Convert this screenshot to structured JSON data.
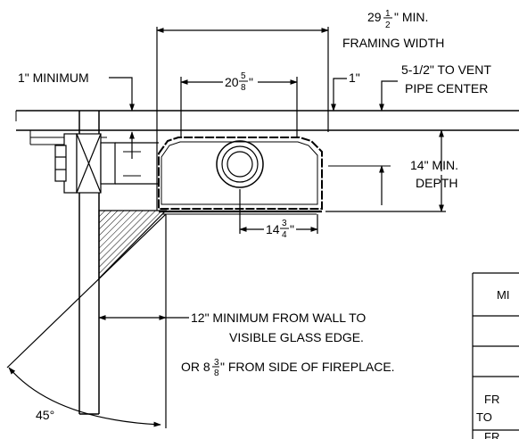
{
  "dims": {
    "framing_width": {
      "whole": "29",
      "num": "1",
      "den": "2",
      "suffix": "\" MIN.",
      "line2": "FRAMING WIDTH"
    },
    "one_inch_minimum": "1\" MINIMUM",
    "depth_20": {
      "whole": "20",
      "num": "5",
      "den": "8",
      "suffix": "\""
    },
    "one_inch": "1\"",
    "vent_center": {
      "line1": "5-1/2\" TO VENT",
      "line2": "PIPE CENTER"
    },
    "min_depth": {
      "line1": "14\" MIN.",
      "line2": "DEPTH"
    },
    "width_14": {
      "whole": "14",
      "num": "3",
      "den": "4",
      "suffix": "\""
    },
    "wall_clearance": {
      "line1": "12\" MINIMUM FROM WALL TO",
      "line2": "VISIBLE GLASS EDGE.",
      "line3_prefix": "OR 8",
      "line3_num": "3",
      "line3_den": "8",
      "line3_suffix": "\" FROM SIDE OF FIREPLACE."
    },
    "angle": "45°"
  },
  "table": {
    "header": "MI",
    "row4_line1": "FR",
    "row4_line2": "TO",
    "row5": "FR"
  },
  "colors": {
    "ink": "#000000",
    "background": "#ffffff"
  }
}
